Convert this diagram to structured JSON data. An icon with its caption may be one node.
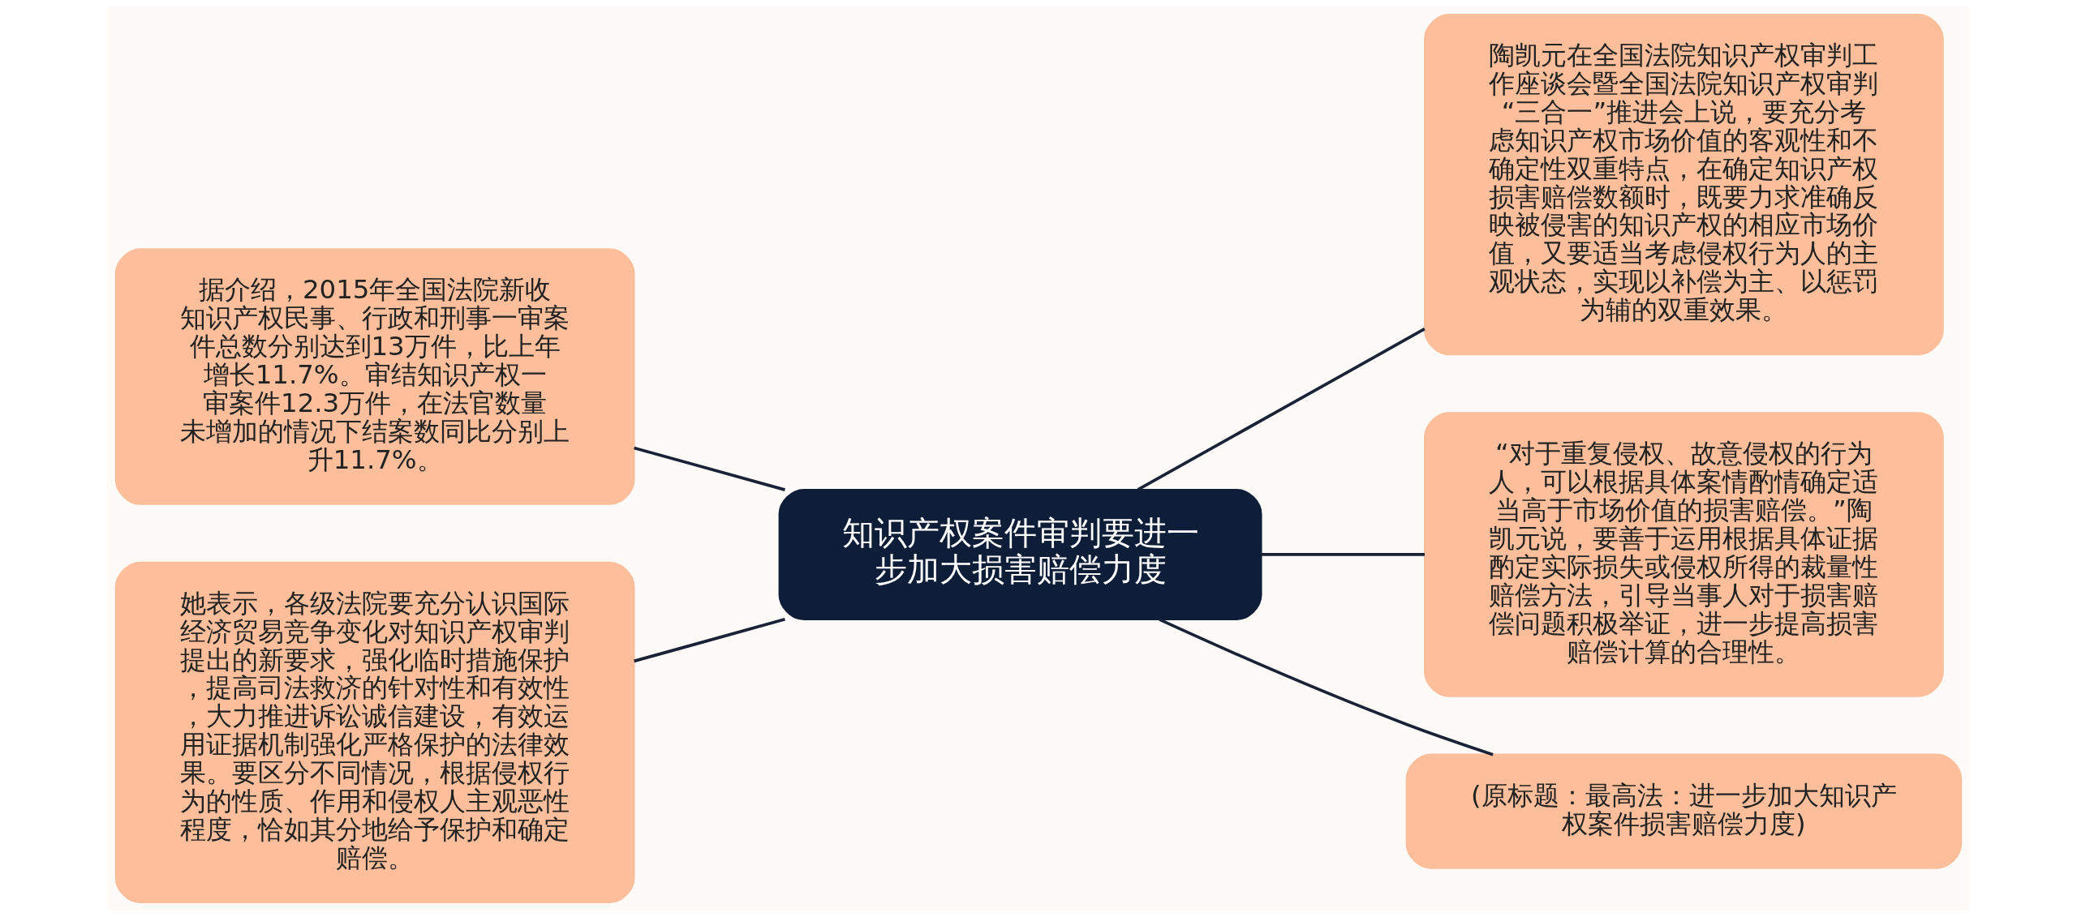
{
  "diagram": {
    "nodes": [
      {
        "text": [
          "知识产权案件审判要进一步加大损害赔偿力度"
        ]
      },
      {
        "text": [
          "据介绍，2015年全国法院新收知识产权民事、行政和刑事一审案件总数分别达到13万件，比上年增长11.7%。审结知识产权一审案件12.3万件，在法官数量未增加的情况下结案数同比分别上升11.7%。"
        ]
      },
      {
        "text": [
          "她表示，各级法院要充分认识国际经济贸易竞争变化对知识产权审判提出的新要求，强化临时措施保护，提高司法救济的针对性和有效性，大力推进诉讼诚信建设，有效运用证据机制强化严格保护的法律效果。要区分不同情况，根据侵权行为的性质、作用和侵权人主观恶性程度，恰如其分地给予保护和确定赔偿。"
        ]
      },
      {
        "text": [
          "陶凯元在全国法院知识产权审判工作座谈会暨全国法院知识产权审判“三合一”推进会上说，要充分考虑知识产权市场价值的客观性和不确定性双重特点，在确定知识产权损害赔偿数额时，既要力求准确反映被侵害的知识产权的相应市场价值，又要适当考虑侵权行为人的主观状态，实现以补偿为主、以惩罚为辅的双重效果。"
        ]
      },
      {
        "text": [
          "“对于重复侵权、故意侵权的行为人，可以根据具体案情酌情确定适当高于市场价值的损害赔偿。”陶凯元说，要善于运用根据具体证据酌定实际损失或侵权所得的裁量性赔偿方法，引导当事人对于损害赔偿问题积极举证，进一步提高损害赔偿计算的合理性。"
        ]
      },
      {
        "text": [
          "(原标题：最高法：进一步加大知识产权案件损害赔偿力度)"
        ]
      }
    ],
    "edges": [
      {
        "from": 0,
        "to": 1,
        "arrow": "none"
      },
      {
        "from": 0,
        "to": 2,
        "arrow": "none"
      },
      {
        "from": 0,
        "to": 3,
        "arrow": "none"
      },
      {
        "from": 0,
        "to": 4,
        "arrow": "none"
      },
      {
        "from": 0,
        "to": 5,
        "arrow": "none"
      }
    ]
  }
}
